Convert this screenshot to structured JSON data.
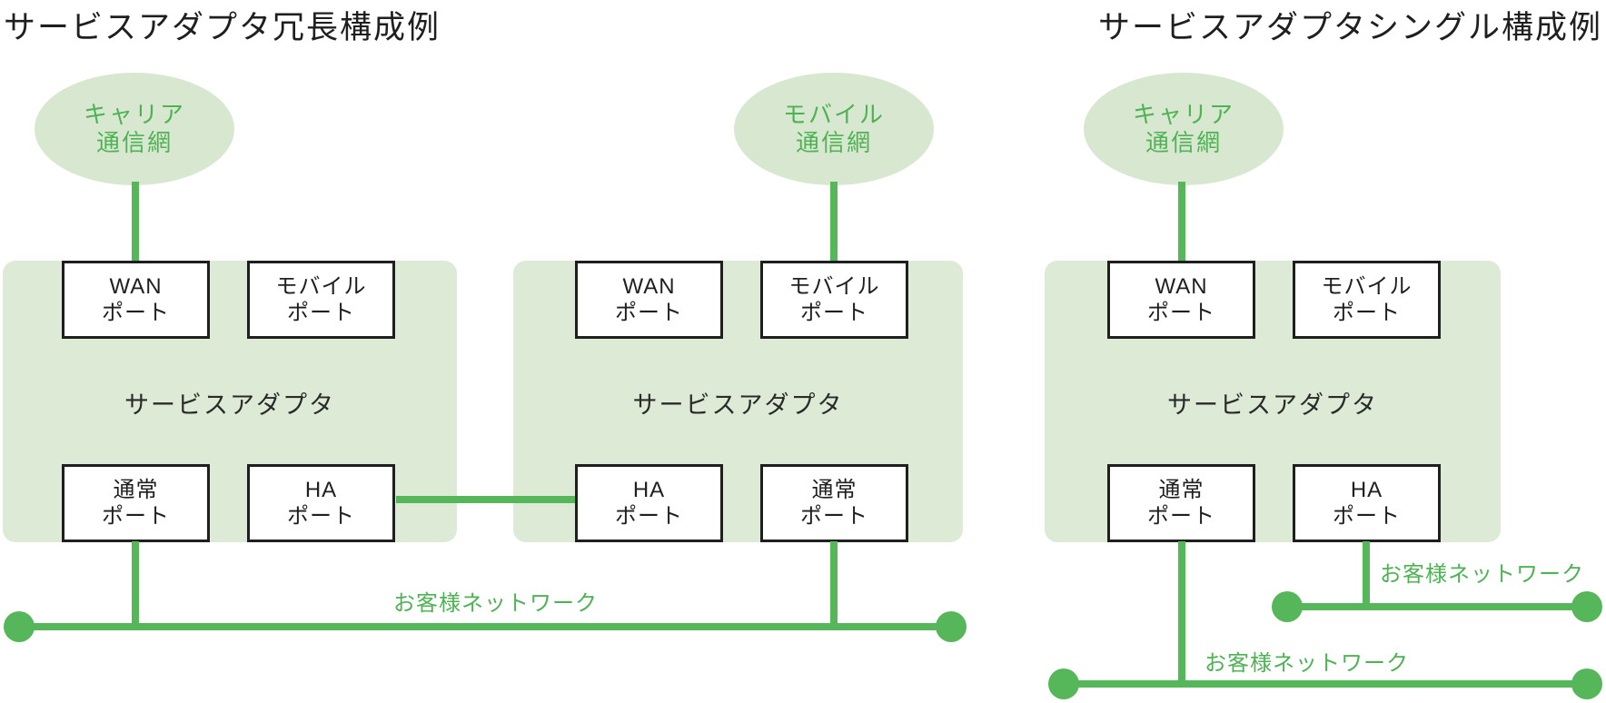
{
  "colors": {
    "line_green": "#56b65a",
    "text_green": "#4fb254",
    "adapter_fill": "#dcead6",
    "cloud_fill": "#d8e8d0",
    "box_border": "#1f1f1f",
    "title_text": "#1f1f1f"
  },
  "titles": {
    "left": "サービスアダプタ冗長構成例",
    "right": "サービスアダプタシングル構成例"
  },
  "clouds": [
    {
      "name": "carrier-network-left",
      "line1": "キャリア",
      "line2": "通信網"
    },
    {
      "name": "mobile-network",
      "line1": "モバイル",
      "line2": "通信網"
    },
    {
      "name": "carrier-network-right",
      "line1": "キャリア",
      "line2": "通信網"
    }
  ],
  "adapters": [
    {
      "label": "サービスアダプタ",
      "ports": [
        {
          "line1": "WAN",
          "line2": "ポート"
        },
        {
          "line1": "モバイル",
          "line2": "ポート"
        },
        {
          "line1": "通常",
          "line2": "ポート"
        },
        {
          "line1": "HA",
          "line2": "ポート"
        }
      ]
    },
    {
      "label": "サービスアダプタ",
      "ports": [
        {
          "line1": "WAN",
          "line2": "ポート"
        },
        {
          "line1": "モバイル",
          "line2": "ポート"
        },
        {
          "line1": "HA",
          "line2": "ポート"
        },
        {
          "line1": "通常",
          "line2": "ポート"
        }
      ]
    },
    {
      "label": "サービスアダプタ",
      "ports": [
        {
          "line1": "WAN",
          "line2": "ポート"
        },
        {
          "line1": "モバイル",
          "line2": "ポート"
        },
        {
          "line1": "通常",
          "line2": "ポート"
        },
        {
          "line1": "HA",
          "line2": "ポート"
        }
      ]
    }
  ],
  "network_labels": {
    "left": "お客様ネットワーク",
    "right_upper": "お客様ネットワーク",
    "right_lower": "お客様ネットワーク"
  }
}
